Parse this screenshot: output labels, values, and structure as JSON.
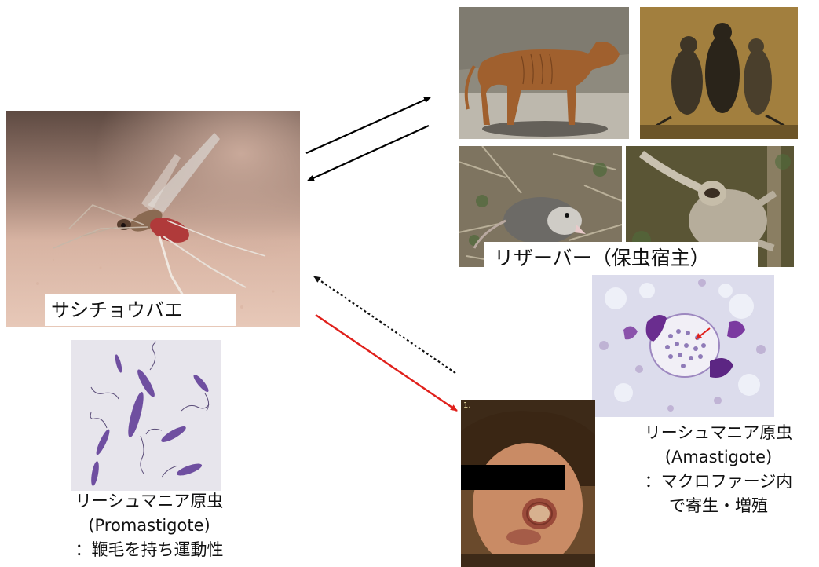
{
  "vector": {
    "label": "サシチョウバエ"
  },
  "reservoir": {
    "label": "リザーバー（保虫宿主）"
  },
  "promastigote": {
    "line1": "リーシュマニア原虫",
    "line2": "(Promastigote)",
    "line3": "：鞭毛を持ち運動性"
  },
  "amastigote": {
    "line1": "リーシュマニア原虫",
    "line2": "(Amastigote)",
    "line3": "：マクロファージ内",
    "line4": "で寄生・増殖"
  },
  "patient_photo": {
    "index_mark": "1."
  },
  "colors": {
    "arrow_black": "#000000",
    "arrow_red": "#e0201b",
    "arrow_dotted": "#111111",
    "stain_purple": "#6a2d8f",
    "label_background": "#ffffff"
  },
  "icons": {
    "sandfly_photo": "sandfly-on-skin-photo",
    "dog_photo": "emaciated-dog-photo",
    "rats_photo": "rats-photo",
    "opossum_photo": "opossum-photo",
    "sloth_photo": "sloth-photo",
    "amastigote_micrograph": "amastigote-micrograph",
    "promastigote_micrograph": "promastigote-micrograph",
    "patient_photo": "cutaneous-lesion-patient-photo"
  }
}
